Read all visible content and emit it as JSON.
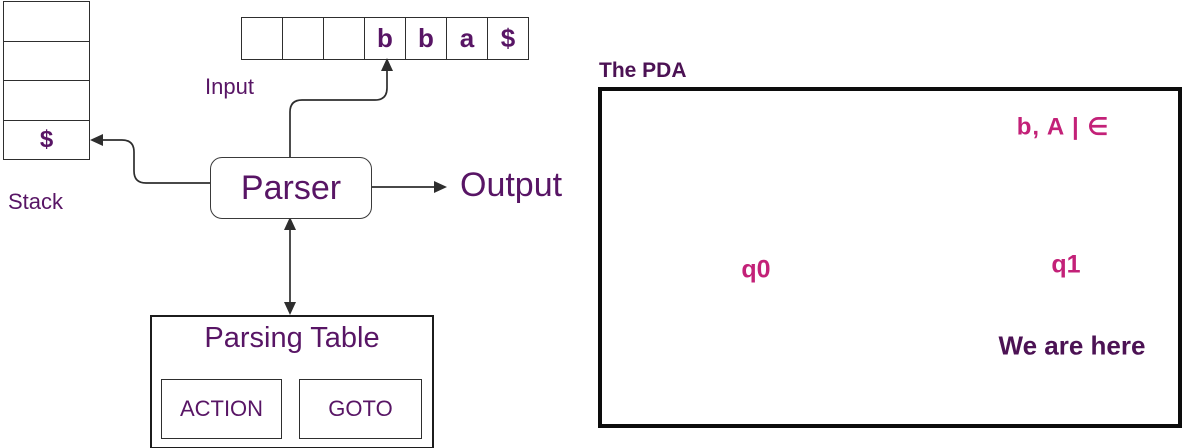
{
  "left_diagram": {
    "stack": {
      "label": "Stack",
      "cells": [
        "",
        "",
        "",
        "$"
      ]
    },
    "input": {
      "label": "Input",
      "cells": [
        "",
        "",
        "",
        "b",
        "b",
        "a",
        "$"
      ]
    },
    "parser_label": "Parser",
    "output_label": "Output",
    "parsing_table": {
      "title": "Parsing Table",
      "action_label": "ACTION",
      "goto_label": "GOTO"
    }
  },
  "pda": {
    "title": "The PDA",
    "states": [
      {
        "label": "q0",
        "accepting": false
      },
      {
        "label": "q1",
        "accepting": true
      }
    ],
    "transition_label": "b, A | ∈",
    "note": "We are here"
  },
  "colors": {
    "text_purple": "#581565",
    "title_purple": "#4c1254",
    "state_magenta": "#c32178",
    "stroke": "#111111"
  }
}
